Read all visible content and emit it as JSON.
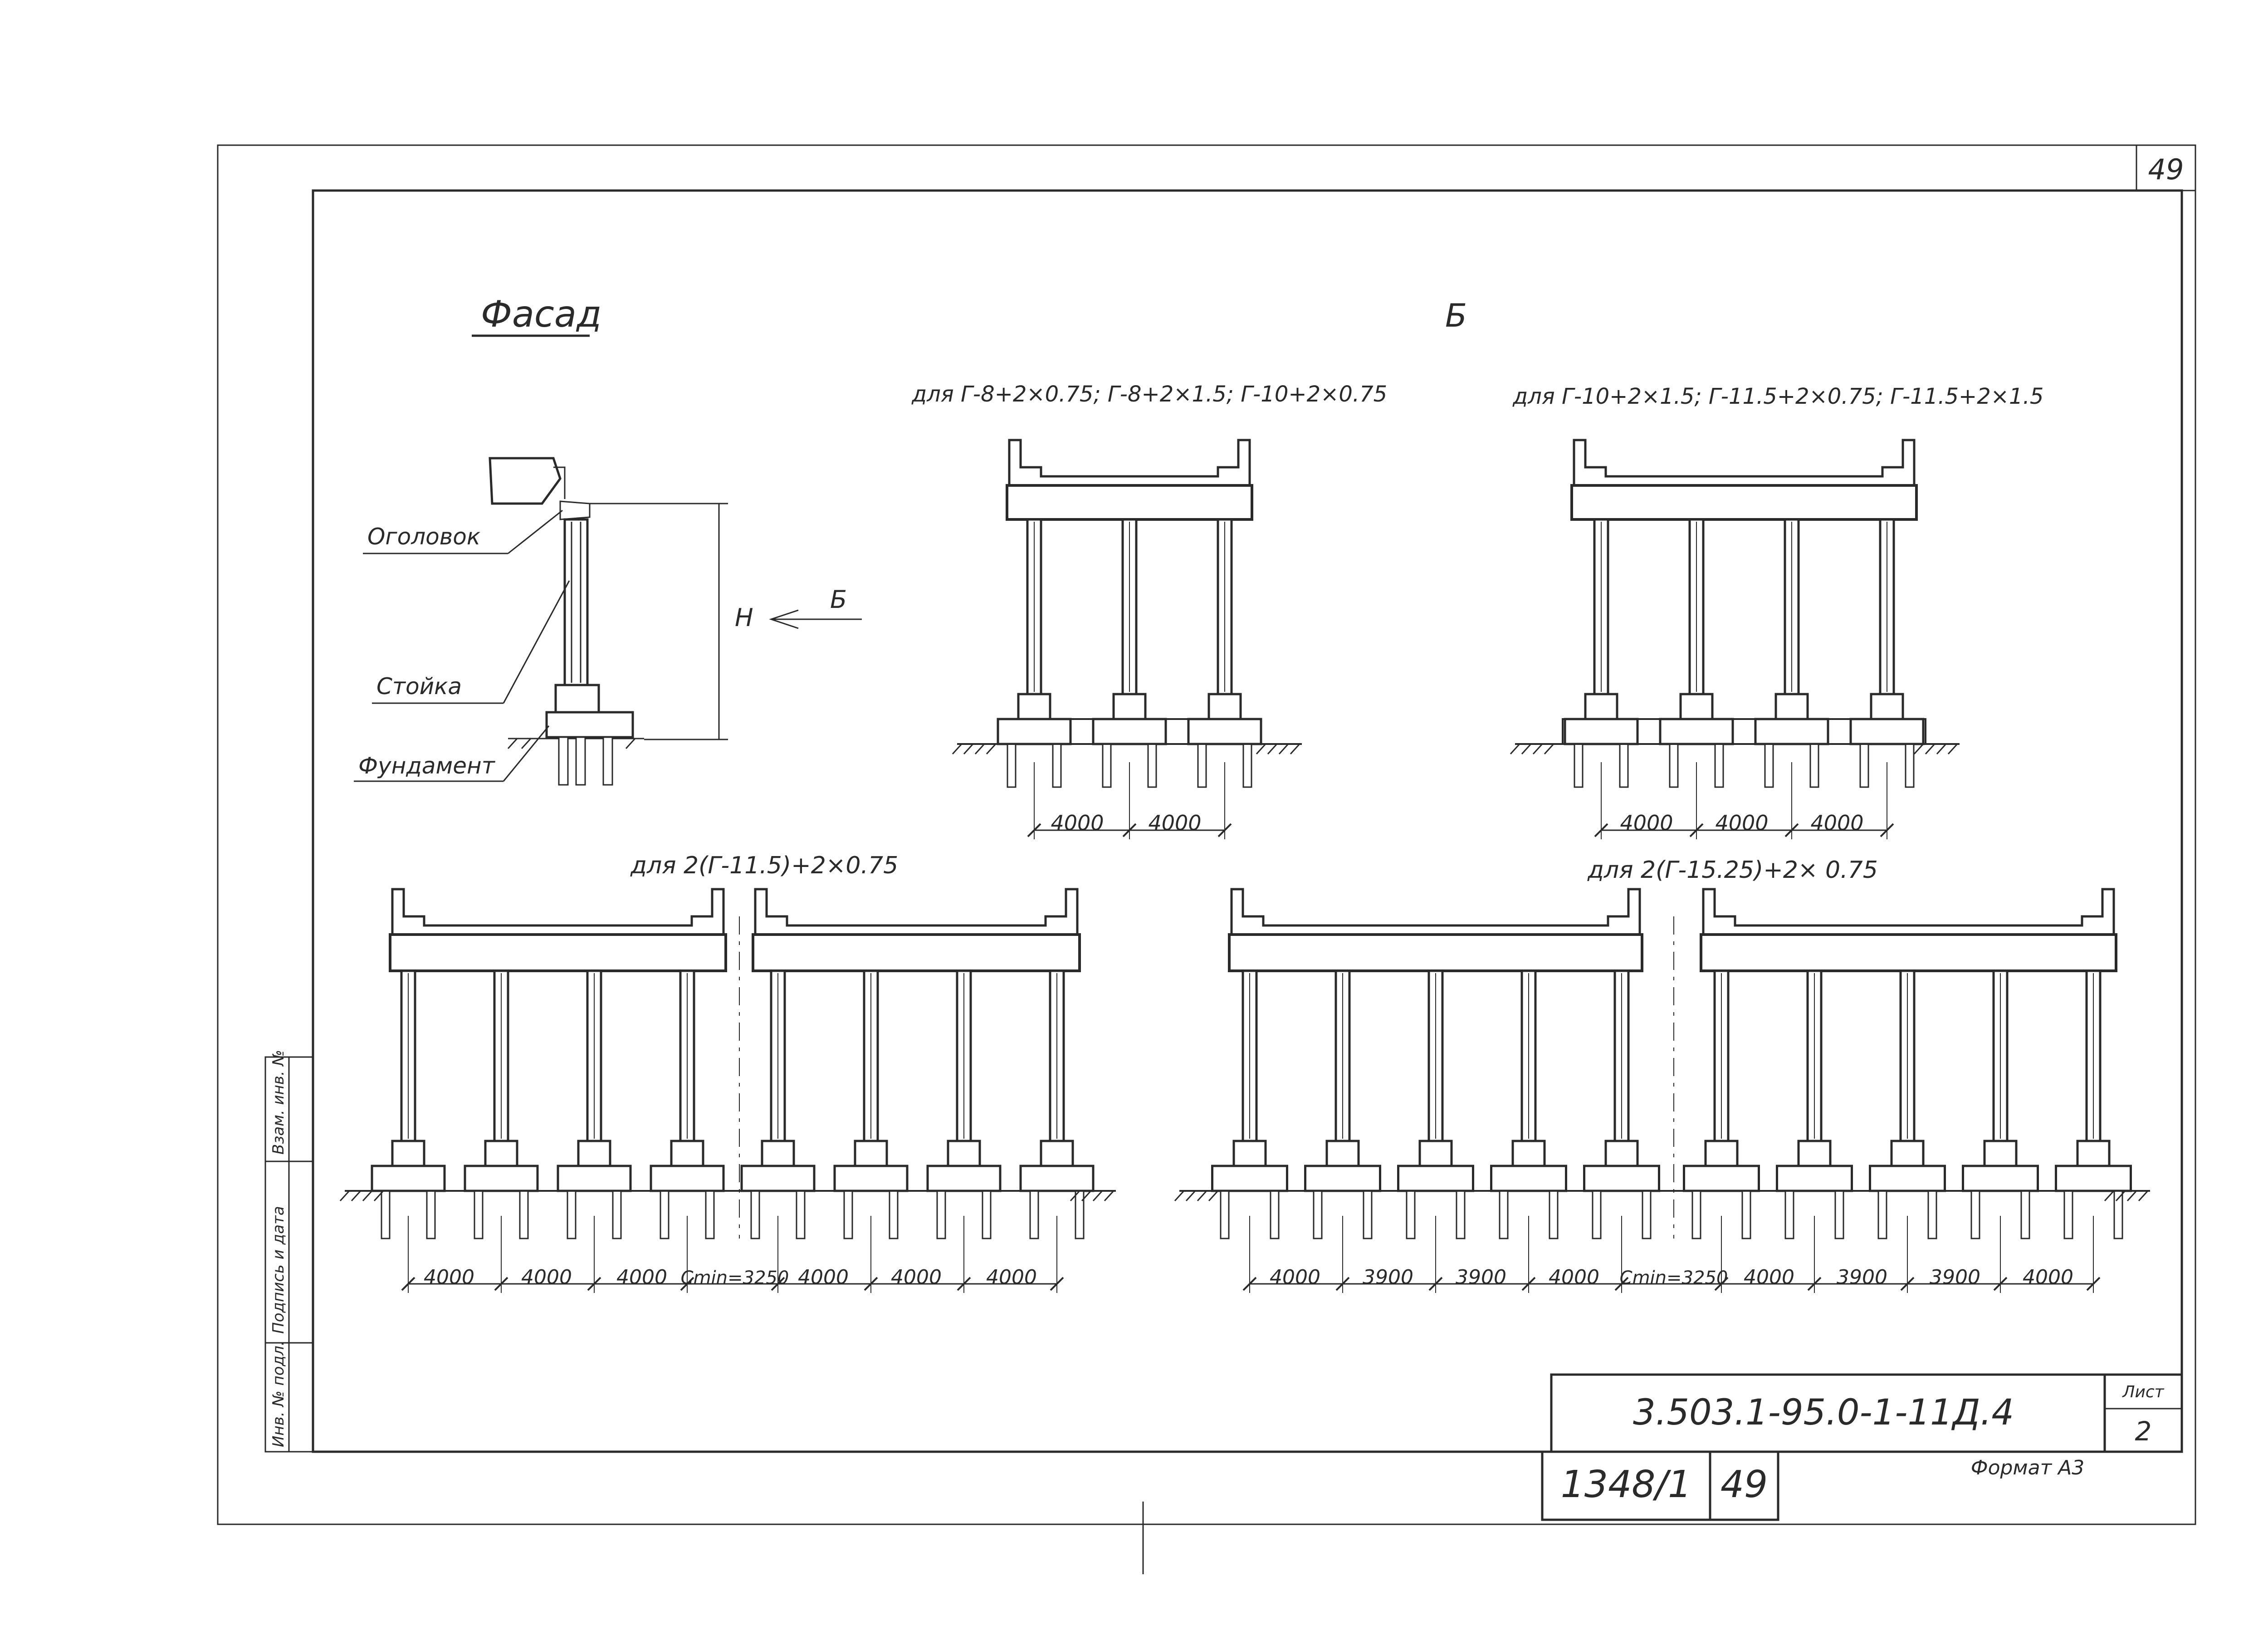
{
  "sheet": {
    "corner_number": "49",
    "title": "Фасад",
    "view_letter": "Б",
    "document_code": "3.503.1-95.0-1-11Д.4",
    "sheet_label": "Лист",
    "sheet_number": "2",
    "archive_number": "1348/1",
    "archive_page": "49",
    "format_label": "Формат А3",
    "side_stamp": [
      "Инв. № подл.",
      "Подпись и дата",
      "Взам. инв. №"
    ]
  },
  "side_view": {
    "labels": {
      "head": "Оголовок",
      "column": "Стойка",
      "foundation": "Фундамент",
      "height": "Н",
      "view_arrow": "Б"
    }
  },
  "facades": [
    {
      "id": "f1",
      "title": "для Г-8+2×0.75; Г-8+2×1.5; Г-10+2×0.75",
      "dims": [
        "4000",
        "4000"
      ]
    },
    {
      "id": "f2",
      "title": "для Г-10+2×1.5; Г-11.5+2×0.75; Г-11.5+2×1.5",
      "dims": [
        "4000",
        "4000",
        "4000"
      ]
    },
    {
      "id": "f3",
      "title": "для 2(Г-11.5)+2×0.75",
      "dims": [
        "4000",
        "4000",
        "4000",
        "Сmin=3250",
        "4000",
        "4000",
        "4000"
      ]
    },
    {
      "id": "f4",
      "title": "для 2(Г-15.25)+2× 0.75",
      "dims": [
        "4000",
        "3900",
        "3900",
        "4000",
        "Сmin=3250",
        "4000",
        "3900",
        "3900",
        "4000"
      ]
    }
  ]
}
